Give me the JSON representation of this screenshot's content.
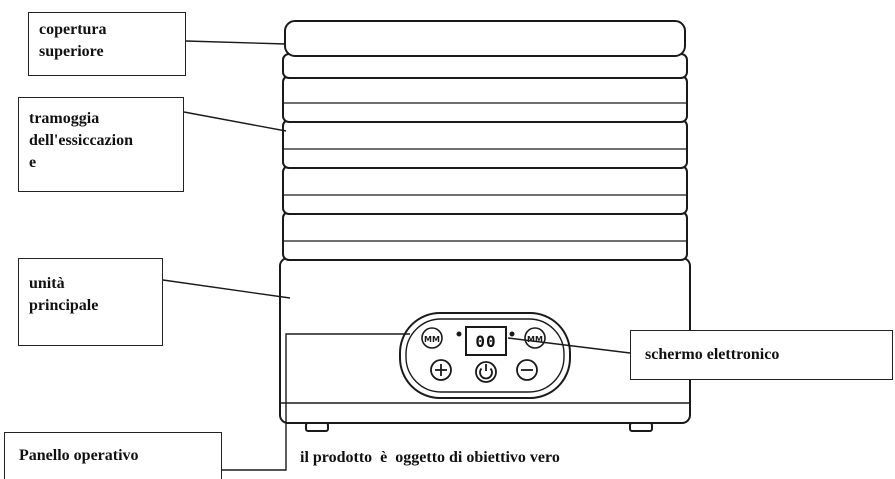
{
  "labels": {
    "cover": [
      "copertura",
      "superiore"
    ],
    "trays": [
      "tramoggia",
      "dell'essiccazion",
      "e"
    ],
    "unit": [
      "unità",
      "principale"
    ],
    "screen": "schermo elettronico",
    "panel": "Panello operativo"
  },
  "display": {
    "digits": "00"
  },
  "caption": "il prodotto  è  oggetto di obiettivo vero"
}
